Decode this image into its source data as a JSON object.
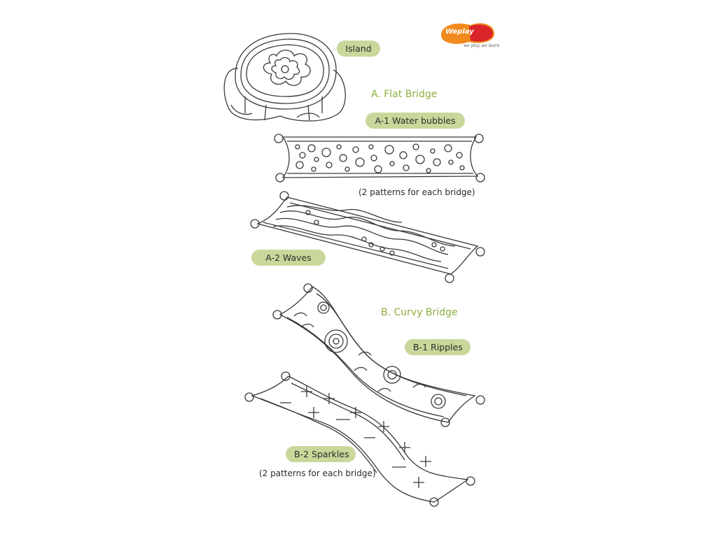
{
  "brand": {
    "name": "Weplay",
    "tagline": "we play we learn"
  },
  "labels": {
    "island": "Island",
    "flat_bridge": "A. Flat Bridge",
    "a1": "A-1 Water bubbles",
    "patterns_note_a": "(2 patterns for each bridge)",
    "a2": "A-2 Waves",
    "curvy_bridge": "B. Curvy Bridge",
    "b1": "B-1 Ripples",
    "b2": "B-2 Sparkles",
    "patterns_note_b": "(2 patterns for each bridge)"
  },
  "colors": {
    "label_fill": "#c9d89a",
    "heading_green": "#8cae3f",
    "logo_orange": "#f08a1c",
    "logo_red": "#d9252a"
  }
}
